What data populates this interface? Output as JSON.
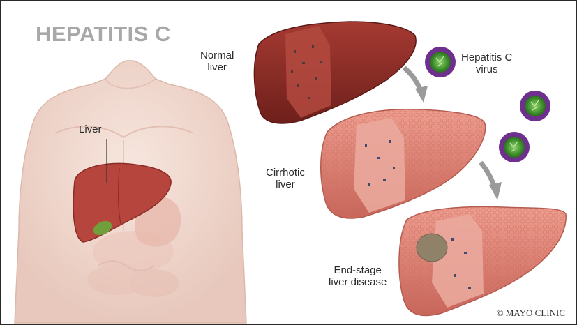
{
  "title": "HEPATITIS C",
  "labels": {
    "liver": "Liver",
    "normal_liver": [
      "Normal",
      "liver"
    ],
    "virus": [
      "Hepatitis C",
      "virus"
    ],
    "cirrhotic_liver": [
      "Cirrhotic",
      "liver"
    ],
    "end_stage": [
      "End-stage",
      "liver disease"
    ]
  },
  "credit": "© MAYO CLINIC",
  "colors": {
    "title": "#a8a8a8",
    "skin": "#f2dbd2",
    "normal_liver": "#8c2a25",
    "cirrhotic_liver": "#e2897b",
    "virus_shell": "#6f2f8e",
    "virus_core": "#4fa03a",
    "arrow": "#9a9a9a"
  }
}
